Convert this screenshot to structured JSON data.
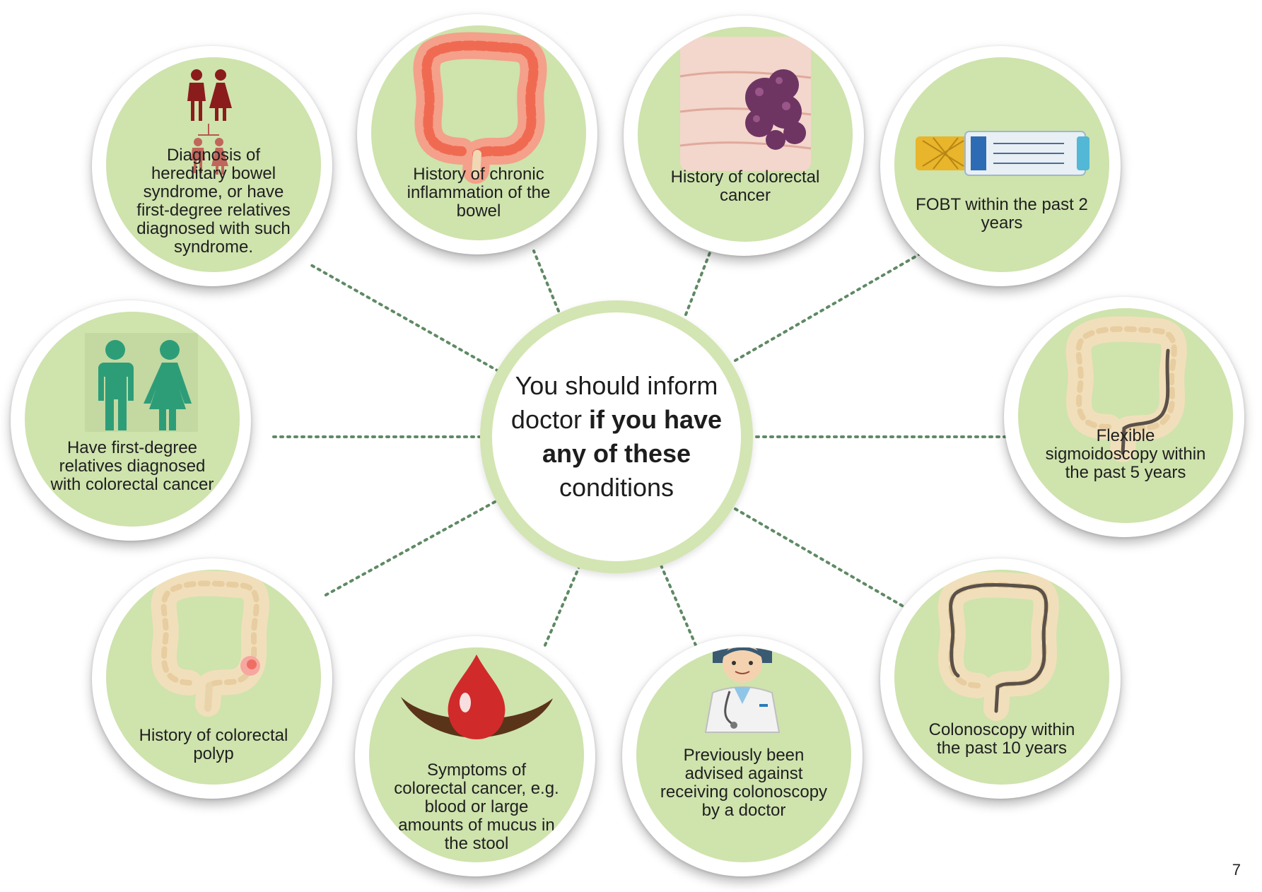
{
  "center": {
    "text_1": "You should inform doctor",
    "text_bold": "if you have any of these",
    "text_2": "conditions"
  },
  "conditions": [
    {
      "id": "hereditary",
      "label": "Diagnosis of hereditary bowel syndrome, or have first-degree relatives diagnosed with such syndrome.",
      "icon": "family-icon"
    },
    {
      "id": "inflammation",
      "label": "History of chronic inflammation of the bowel",
      "icon": "inflamed-colon-icon"
    },
    {
      "id": "cancer-history",
      "label": "History of colorectal cancer",
      "icon": "tumor-icon"
    },
    {
      "id": "fobt",
      "label": "FOBT within the past 2 years",
      "icon": "fobt-tube-icon"
    },
    {
      "id": "relatives",
      "label": "Have first-degree relatives diagnosed with colorectal cancer",
      "icon": "man-woman-icon"
    },
    {
      "id": "sigmoidoscopy",
      "label": "Flexible sigmoidoscopy within the past 5 years",
      "icon": "sigmoidoscope-colon-icon"
    },
    {
      "id": "polyp",
      "label": "History of colorectal polyp",
      "icon": "polyp-colon-icon"
    },
    {
      "id": "symptoms",
      "label": "Symptoms of colorectal cancer, e.g. blood or large amounts of mucus in the stool",
      "icon": "blood-drop-icon"
    },
    {
      "id": "advised",
      "label": "Previously been advised against receiving colonoscopy by a doctor",
      "icon": "doctor-icon"
    },
    {
      "id": "colonoscopy",
      "label": "Colonoscopy within the past 10 years",
      "icon": "colonoscope-colon-icon"
    }
  ],
  "page_number": "7",
  "colors": {
    "bubble_fill": "#cfe3ad",
    "center_ring": "#d3e5b2",
    "connector": "#5f8a64"
  }
}
